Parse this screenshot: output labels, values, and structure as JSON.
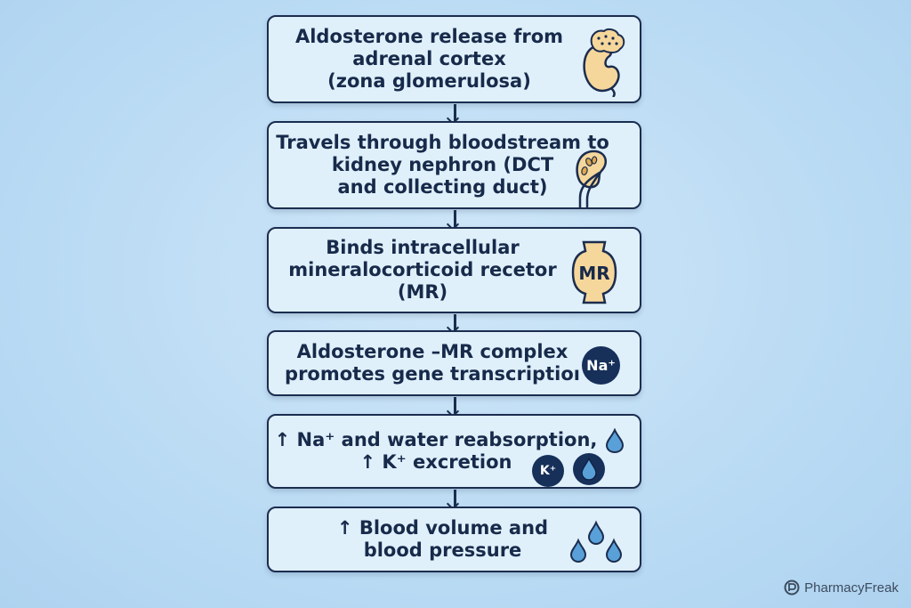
{
  "diagram": {
    "steps": [
      {
        "lines": [
          "Aldosterone release from",
          "adrenal cortex",
          "(zona glomerulosa)"
        ],
        "icon": "adrenal-gland-icon"
      },
      {
        "lines": [
          "Travels through bloodstream to",
          "kidney nephron (DCT",
          "and collecting duct)"
        ],
        "icon": "kidney-icon"
      },
      {
        "lines": [
          "Binds intracellular",
          "mineralocorticoid recetor",
          "(MR)"
        ],
        "icon": "receptor-icon",
        "icon_label": "MR"
      },
      {
        "lines": [
          "Aldosterone –MR complex",
          "promotes gene transcriptioı"
        ],
        "icon": "sodium-badge-icon",
        "icon_label": "Na⁺"
      },
      {
        "lines": [
          "↑ Na⁺ and water reabsorption,",
          "↑ K⁺ excretion"
        ],
        "icon": "potassium-water-icons",
        "icon_label": "K⁺"
      },
      {
        "lines": [
          "↑ Blood volume and",
          "blood pressure"
        ],
        "icon": "water-drops-icon"
      }
    ]
  },
  "watermark": {
    "text": "PharmacyFreak",
    "icon": "pharmacyfreak-logo-icon"
  },
  "colors": {
    "background": "#bcdcf4",
    "box_fill": "#dff0fb",
    "box_border": "#1b2d4f",
    "text": "#172a4a",
    "organ_fill": "#f6d79b",
    "badge_fill": "#17305a",
    "drop_fill": "#5aa0d8"
  }
}
